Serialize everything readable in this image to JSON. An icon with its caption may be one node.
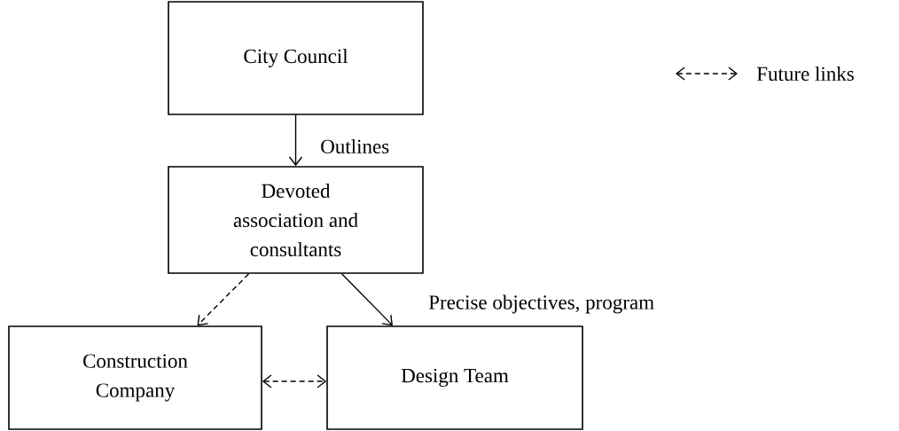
{
  "diagram": {
    "nodes": [
      {
        "text": [
          "City Council"
        ]
      },
      {
        "text": [
          "Devoted association and consultants"
        ]
      },
      {
        "text": [
          "Construction Company"
        ]
      },
      {
        "text": [
          "Design Team"
        ]
      }
    ],
    "edges": [
      {
        "from": 0,
        "to": 1,
        "arrow": "to",
        "label": "Outlines"
      },
      {
        "from": 1,
        "to": 2,
        "arrow": "to",
        "style": "dashed"
      },
      {
        "from": 1,
        "to": 3,
        "arrow": "to",
        "label": "Precise objectives,  program"
      },
      {
        "from": 2,
        "to": 3,
        "arrow": "both",
        "style": "dashed"
      }
    ],
    "legend": [
      {
        "text": "Future links"
      }
    ]
  }
}
